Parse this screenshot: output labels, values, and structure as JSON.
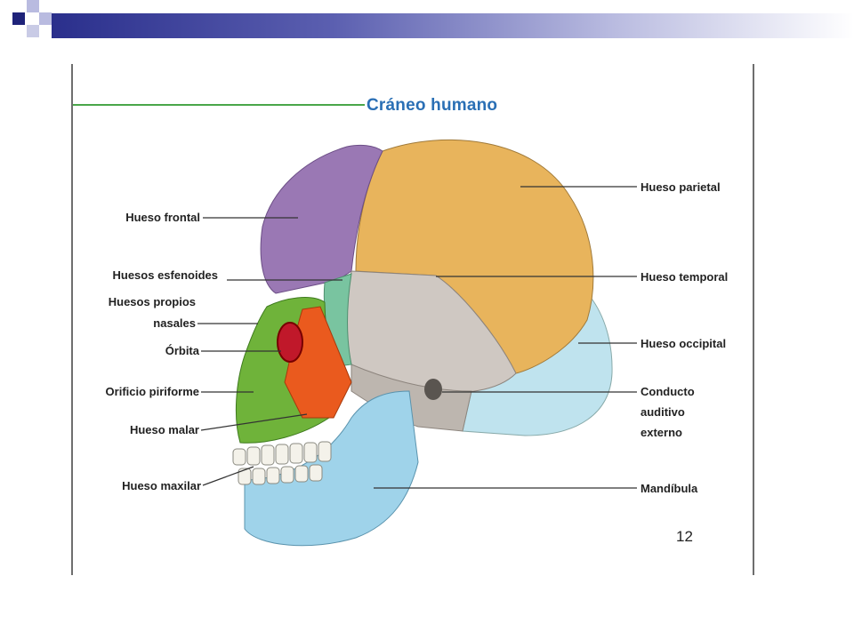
{
  "slide": {
    "page_number": "12"
  },
  "figure": {
    "title": "Cráneo humano",
    "labels_left": {
      "hueso_frontal": "Hueso frontal",
      "huesos_esfenoides": "Huesos esfenoides",
      "huesos_propios_line1": "Huesos propios",
      "huesos_propios_line2": "nasales",
      "orbita": "Órbita",
      "orificio_piriforme": "Orificio piriforme",
      "hueso_malar": "Hueso malar",
      "hueso_maxilar": "Hueso maxilar"
    },
    "labels_right": {
      "hueso_parietal": "Hueso parietal",
      "hueso_temporal": "Hueso temporal",
      "hueso_occipital": "Hueso occipital",
      "conducto_line1": "Conducto",
      "conducto_line2": "auditivo",
      "conducto_line3": "externo",
      "mandibula": "Mandíbula"
    }
  },
  "colors": {
    "header_dark": "#1f237a",
    "header_light": "#b9bbe0",
    "parietal": "#e8b45c",
    "frontal": "#9a78b4",
    "temporal": "#cfc8c2",
    "occipital": "#bfe3ee",
    "mandible": "#9fd3ea",
    "sphenoid": "#79c4a0",
    "malar": "#ea5a1e",
    "maxilar": "#6fb33a",
    "orbit": "#c0182a",
    "title_blue": "#2a6fb5",
    "rule_green": "#4aa64a"
  }
}
